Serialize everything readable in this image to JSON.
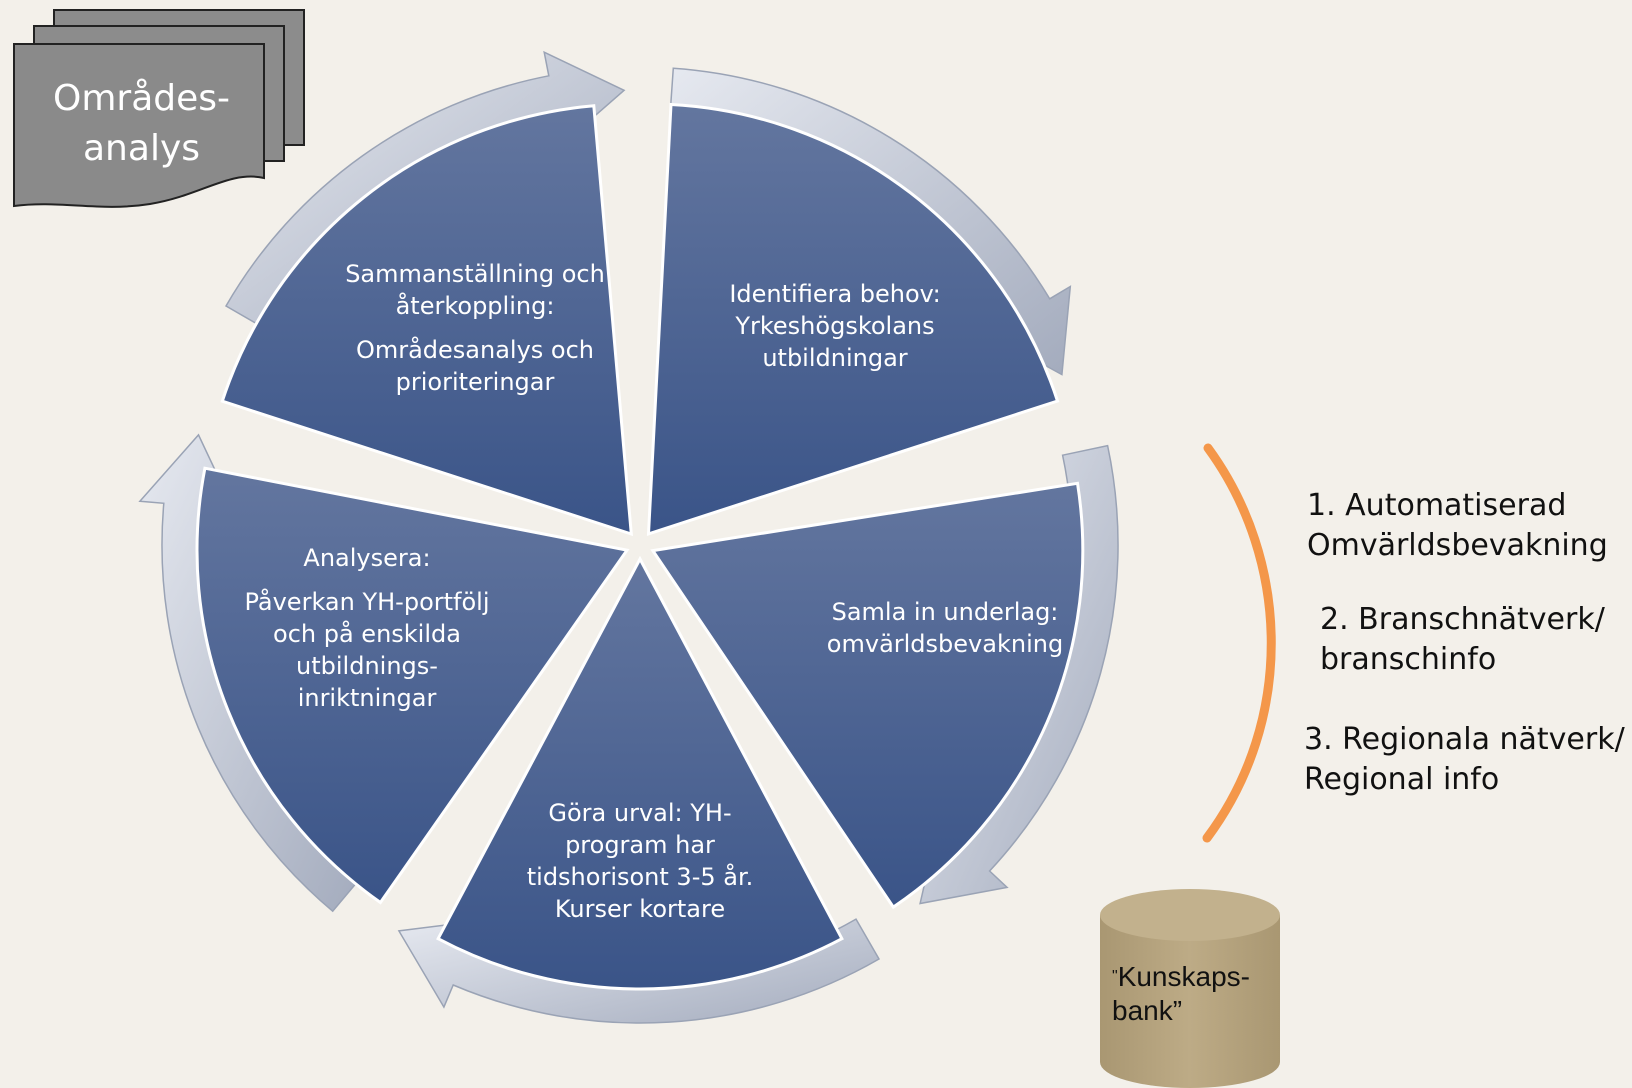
{
  "documents": {
    "line1": "Områdes-",
    "line2": "analys"
  },
  "cycle": {
    "segments": [
      {
        "id": "identifiera",
        "lines": [
          "Identifiera behov:",
          "Yrkeshögskolans",
          "utbildningar"
        ]
      },
      {
        "id": "samla",
        "lines": [
          "Samla in underlag:",
          "omvärldsbevakning"
        ]
      },
      {
        "id": "gora-urval",
        "lines": [
          "Göra urval: YH-",
          "program har",
          "tidshorisont 3-5 år.",
          "Kurser kortare"
        ]
      },
      {
        "id": "analysera",
        "title": "Analysera:",
        "lines": [
          "Påverkan YH-portfölj",
          "och på enskilda",
          "utbildnings-",
          "inriktningar"
        ]
      },
      {
        "id": "sammanstallning",
        "title_lines": [
          "Sammanställning och",
          "återkoppling:"
        ],
        "lines": [
          "Områdesanalys och",
          "prioriteringar"
        ]
      }
    ]
  },
  "sources": {
    "item1": {
      "line1": "1. Automatiserad",
      "line2": "Omvärldsbevakning"
    },
    "item2": {
      "line1": "2. Branschnätverk/",
      "line2": "branschinfo"
    },
    "item3": {
      "line1": "3. Regionala nätverk/",
      "line2": "Regional info"
    }
  },
  "knowledge_bank": {
    "open_quote": "\"",
    "line1": "Kunskaps-",
    "line2": "bank”"
  },
  "colors": {
    "segment_top": "#63769f",
    "segment_bottom": "#3a5488",
    "arrow_light": "#e3e7ef",
    "arrow_dark": "#a6aebf",
    "docs": "#8c8c8c",
    "bracket": "#f4974a",
    "cylinder": "#b8a681"
  }
}
